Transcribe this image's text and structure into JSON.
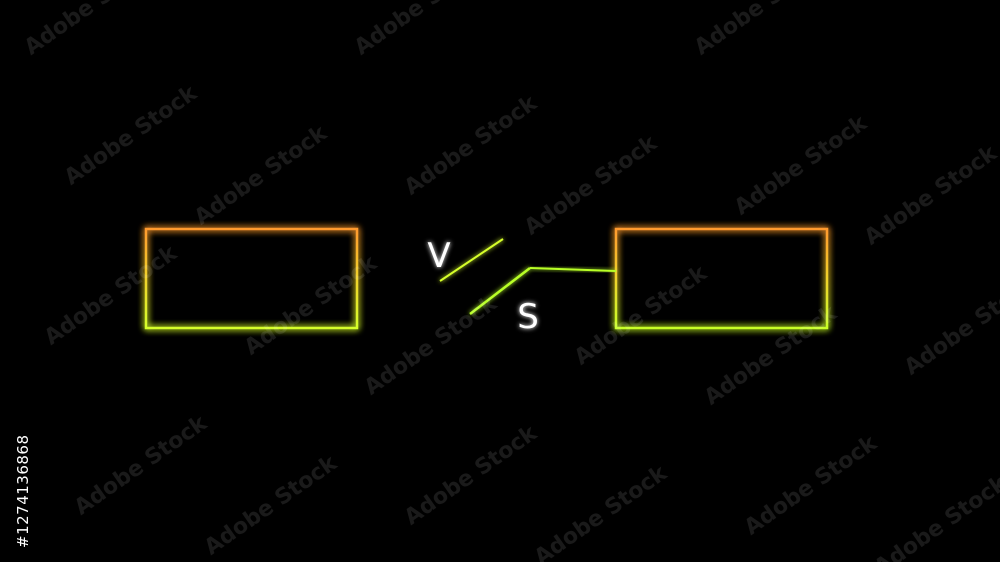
{
  "versus": {
    "letter_v": "V",
    "letter_s": "S"
  },
  "watermark": {
    "text": "Adobe Stock",
    "stock_id": "#1274136868"
  },
  "colors": {
    "background": "#000000",
    "orange": "#ff9a2e",
    "yellow_green": "#d6ff2a",
    "green": "#b8ff28",
    "letter": "#ffffff"
  }
}
